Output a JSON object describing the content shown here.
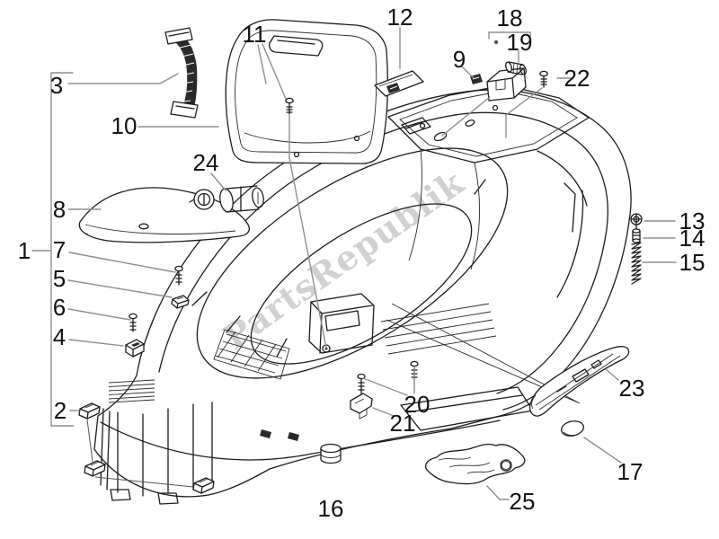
{
  "diagram": {
    "type": "exploded-parts-diagram",
    "watermark": "PartsRepublik",
    "colors": {
      "line": "#1c1c1c",
      "leader": "#8e8e8e",
      "watermark": "#c6c6c6",
      "label": "#111111",
      "background": "#ffffff"
    },
    "callouts": {
      "c1": "1",
      "c2": "2",
      "c3": "3",
      "c4": "4",
      "c5": "5",
      "c6": "6",
      "c7": "7",
      "c8": "8",
      "c9": "9",
      "c10": "10",
      "c11": "11",
      "c12": "12",
      "c13": "13",
      "c14": "14",
      "c15": "15",
      "c16": "16",
      "c17": "17",
      "c18": "18",
      "c19": "19",
      "c20": "20",
      "c21": "21",
      "c22": "22",
      "c23": "23",
      "c24": "24",
      "c25": "25"
    }
  }
}
